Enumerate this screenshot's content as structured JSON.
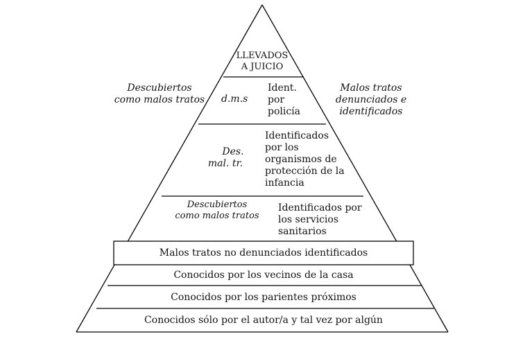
{
  "pyramid": {
    "apex": [
      "LLEVADOS",
      "A JUICIO"
    ],
    "level2": {
      "left": "d.m.s",
      "right": [
        "Ident.",
        "por",
        "policía"
      ]
    },
    "level3": {
      "left": [
        "Des.",
        "mal. tr."
      ],
      "right": [
        "Identificados",
        "por los",
        "organismos de",
        "protección de la",
        "infancia"
      ]
    },
    "level4": {
      "left": [
        "Descubiertos",
        "como malos tratos"
      ],
      "right": [
        "Identificados por",
        "los servicios",
        "sanitarios"
      ]
    },
    "band": "Malos tratos no denunciados identificados",
    "base_rows": [
      "Conocidos por los vecinos de la casa",
      "Conocidos por los parientes próximos",
      "Conocidos sólo por el autor/a y tal vez por algún"
    ]
  },
  "side_labels": {
    "left": [
      "Descubiertos",
      "como malos tratos"
    ],
    "right": [
      "Malos tratos",
      "denunciados e",
      "identificados"
    ]
  }
}
